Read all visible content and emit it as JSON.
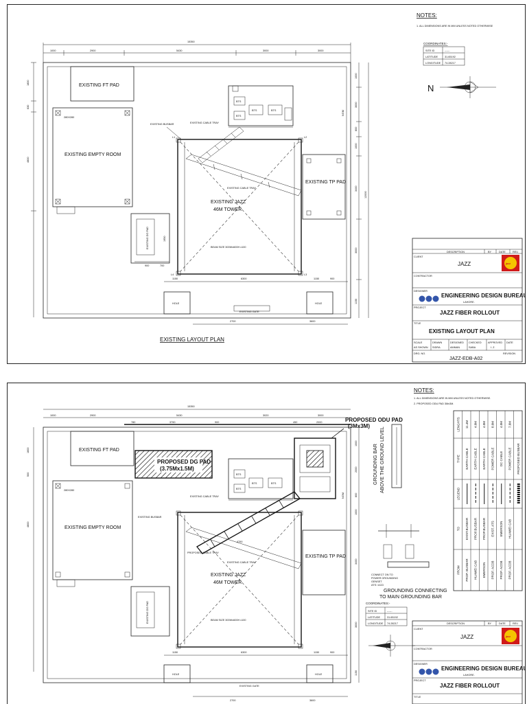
{
  "sheet1": {
    "notes_title": "NOTES:",
    "notes": [
      "1.  ALL DIMENSIONS ARE IN MM UNLESS NOTED OTHERWISE"
    ],
    "coordinates_title": "COORDINATES:-",
    "site_id_label": "SITE ID",
    "site_id_value": "------",
    "latitude_label": "LATITUDE",
    "latitude_value": "31.65192",
    "longitude_label": "LONGITUDE",
    "longitude_value": "74.28217",
    "north": "N",
    "overall_width": "15350",
    "top_dims": [
      "1000",
      "2900",
      "5430",
      "3000",
      "3000"
    ],
    "left_dims": [
      "1800",
      "630",
      "4800"
    ],
    "right_dims": [
      "1000",
      "3000",
      "800",
      "1000",
      "3400",
      "3000",
      "1150"
    ],
    "right_total": "12000",
    "bottom_dims": [
      "1150",
      "6300",
      "1150",
      "900"
    ],
    "bottom_dims2": [
      "2700",
      "3600"
    ],
    "labels": {
      "ft_pad": "EXISTING FT PAD",
      "empty_room": "EXISTING EMPTY ROOM",
      "tp_pad": "EXISTING TP PAD",
      "dg_pad": "EXISTING DG PAD",
      "tower_line1": "EXISTING JAZZ",
      "tower_line2": "46M TOWER",
      "busbar": "EXISTING BUSBAR",
      "cable_tray": "EXISTING CABLE TRAY",
      "cable_tray2": "EXISTING CABLE TRAY",
      "beam": "BEAM SIZE 300Wx600H x100",
      "gate": "EXISTING GATE",
      "hole1": "HOLE",
      "hole2": "HOLE",
      "bts1": "BTS",
      "bts2": "BTS",
      "bts3": "BTS",
      "bts4": "BTS",
      "legs": [
        "L1",
        "L2",
        "L3",
        "L4"
      ],
      "hatch_note": "280X280",
      "ngm": "NGM"
    },
    "plan_title": "EXISTING LAYOUT PLAN",
    "title_block": {
      "description": "DESCRIPTION",
      "by": "BY",
      "date": "DATE",
      "rev": "REV.",
      "client_label": "CLIENT",
      "client": "JAZZ",
      "logo": "jazz",
      "contractor_label": "CONTRACTOR",
      "designer_label": "DESIGNER",
      "designer": "ENGINEERING DESIGN BUREAU",
      "designer_city": "LAHORE.",
      "project_label": "PROJECT",
      "project": "JAZZ FIBER ROLLOUT",
      "title_label": "TITLE",
      "title": "EXISTING LAYOUT PLAN",
      "scale_label": "SCALE",
      "scale": "AS SHOWN",
      "drawn_label": "DRAWN",
      "drawn": "SIDRA",
      "designed_label": "DESIGNED",
      "designed": "AMMAN",
      "checked_label": "CHECKED",
      "checked": "SABA",
      "approved_label": "APPROVED",
      "approved": "I. Z.",
      "date_label": "DATE",
      "drg_label": "DRG. NO.",
      "drg_no": "JAZZ-EDB-A02",
      "revision_label": "REVISION"
    }
  },
  "sheet2": {
    "notes_title": "NOTES:",
    "notes": [
      "1.  ALL DIMENSIONS ARE IN MM UNLESS NOTED OTHERWISE.",
      "2.  PROPOSED ODU PAD 3Mx3M."
    ],
    "overall_width": "15350",
    "top_dims": [
      "1000",
      "2900",
      "5430",
      "3020",
      "3000"
    ],
    "sub_dims": [
      "780",
      "3790",
      "900",
      "450",
      "2000"
    ],
    "left_dims": [
      "1800",
      "500",
      "4800"
    ],
    "right_dims": [
      "1000",
      "2000",
      "800",
      "1000",
      "3400",
      "3000",
      "1150"
    ],
    "bottom_dims": [
      "1150",
      "6300",
      "1150",
      "900"
    ],
    "bottom_dims2": [
      "2700",
      "3600"
    ],
    "labels": {
      "proposed_odu_line1": "PROPOSED ODU PAD",
      "proposed_odu_line2": "(3Mx3M)",
      "proposed_dg_line1": "PROPOSED DG PAD",
      "proposed_dg_line2": "(3.75Mx1.5M)",
      "ft_pad": "EXISTING FT PAD",
      "empty_room": "EXISTING EMPTY ROOM",
      "tp_pad": "EXISTING TP PAD",
      "dg_pad": "EXISTING DG PAD",
      "tower_line1": "EXISTING JAZZ",
      "tower_line2": "46M TOWER",
      "busbar": "EXISTING BUSBAR",
      "cable_tray": "EXISTING CABLE TRAY",
      "cable_tray2": "EXISTING CABLE TRAY",
      "proposed_tray": "PROPOSED CABLE TRAY",
      "beam": "BEAM SIZE 300Wx600H x100",
      "gate": "EXISTING GATE",
      "hole1": "HOLE",
      "hole2": "HOLE",
      "bts1": "BTS",
      "bts2": "BTS",
      "bts3": "BTS",
      "bts4": "BTS",
      "hatch_note": "280X280",
      "ngm": "NGM",
      "tray_len": "4790"
    },
    "grounding": {
      "title1": "GROUNDING BAR",
      "title2": "ABOVE THE GROUND LEVEL",
      "connect_line1": "CONNECT ON TO",
      "connect_line2": "POWER GROUNDING",
      "connect_line3": "GENSET",
      "connect_line4": "ATS / ACD",
      "main_line1": "GROUNDING CONNECTING",
      "main_line2": "TO MAIN GROUNDING BAR"
    },
    "cable_schedule": {
      "headers": [
        "FROM",
        "TO",
        "LEGEND",
        "TYPE",
        "LENGHTS"
      ],
      "rows": [
        [
          "PROP. BUSBAR",
          "EXIST.BUSBAR",
          "",
          "EARTH CABLE",
          "11.4M"
        ],
        [
          "HUAWEI CAB",
          "PROP.BUSBAR",
          "",
          "EARTH CABLE",
          "4.0M"
        ],
        [
          "EMERSON",
          "PROP.BUSBAR",
          "",
          "EARTH CABLE",
          "4.0M"
        ],
        [
          "PROP. ACDB",
          "EXIST. ATS",
          "",
          "POWER CABLE",
          "8.0M"
        ],
        [
          "PROP. ACDB",
          "EMERSON",
          "",
          "DC CABLE",
          "4.0M"
        ],
        [
          "PROP. ACDB",
          "HUAWEI CAB",
          "",
          "POWER CABLE",
          "7.6M"
        ],
        [
          "",
          "",
          "",
          "PROPOSED BUSBAR",
          ""
        ]
      ]
    },
    "coordinates_title": "COORDINATES:-",
    "site_id_label": "SITE ID",
    "site_id_value": "------",
    "latitude_label": "LATITUDE",
    "latitude_value": "31.65192",
    "longitude_label": "LONGITUDE",
    "longitude_value": "74.28217",
    "title_block": {
      "description": "DESCRIPTION",
      "by": "BY",
      "date": "DATE",
      "rev": "REV.",
      "client_label": "CLIENT",
      "client": "JAZZ",
      "logo": "jazz",
      "contractor_label": "CONTRACTOR",
      "designer_label": "DESIGNER",
      "designer": "ENGINEERING DESIGN BUREAU",
      "designer_city": "LAHORE.",
      "project_label": "PROJECT",
      "project": "JAZZ FIBER ROLLOUT",
      "title_label": "TITLE"
    }
  }
}
